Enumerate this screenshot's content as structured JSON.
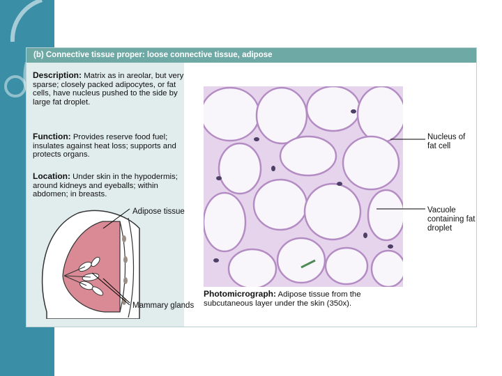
{
  "header": {
    "title": "(b) Connective tissue proper: loose connective tissue, adipose"
  },
  "description": {
    "label": "Description:",
    "text": "Matrix as in areolar, but very sparse; closely packed adipocytes, or fat cells, have nucleus pushed to the side by large fat droplet."
  },
  "function": {
    "label": "Function:",
    "text": "Provides reserve food fuel; insulates against heat loss; supports and protects organs."
  },
  "location": {
    "label": "Location:",
    "text": "Under skin in the hypodermis; around kidneys and eyeballs; within abdomen; in breasts."
  },
  "labels": {
    "adipose_tissue": "Adipose tissue",
    "mammary_glands": "Mammary glands",
    "nucleus": "Nucleus of fat cell",
    "vacuole": "Vacuole containing fat droplet"
  },
  "caption": {
    "label": "Photomicrograph:",
    "text": "Adipose tissue from the subcutaneous layer under the skin (350x)."
  },
  "colors": {
    "sidebar": "#3a8ea6",
    "header": "#6fa9a5",
    "panel_left": "#e1ecec",
    "breast_tissue": "#d98a94",
    "cell_border": "#b48cc4"
  }
}
